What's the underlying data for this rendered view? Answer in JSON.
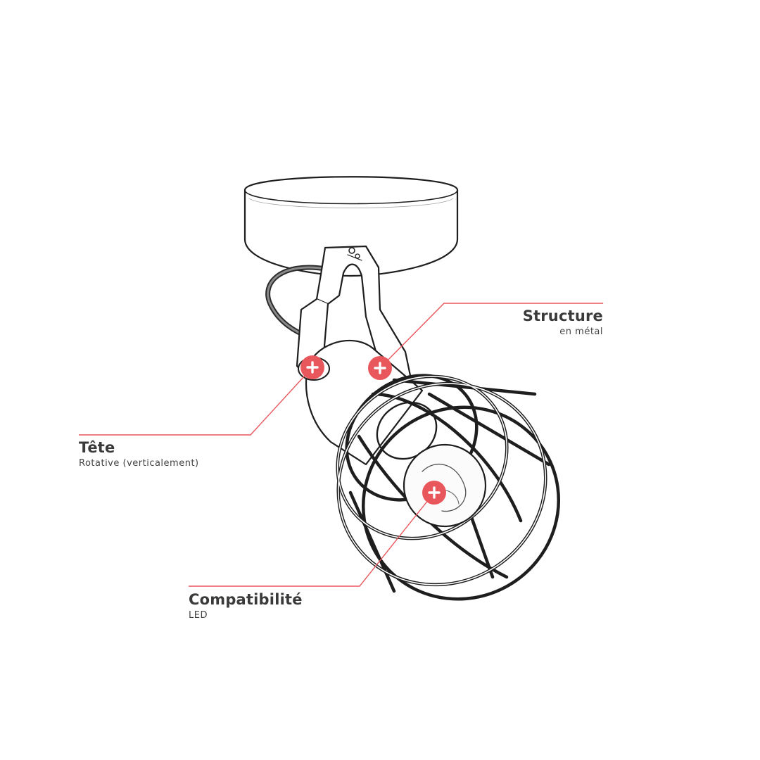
{
  "colors": {
    "accent": "#e8575c",
    "ink": "#1e1e1e",
    "text": "#3a3a3a"
  },
  "hotspot_icon": "plus-icon",
  "annotations": [
    {
      "id": "structure",
      "title": "Structure",
      "subtitle": "en métal"
    },
    {
      "id": "tete",
      "title": "Tête",
      "subtitle": "Rotative (verticalement)"
    },
    {
      "id": "compat",
      "title": "Compatibilité",
      "subtitle": "LED"
    }
  ]
}
